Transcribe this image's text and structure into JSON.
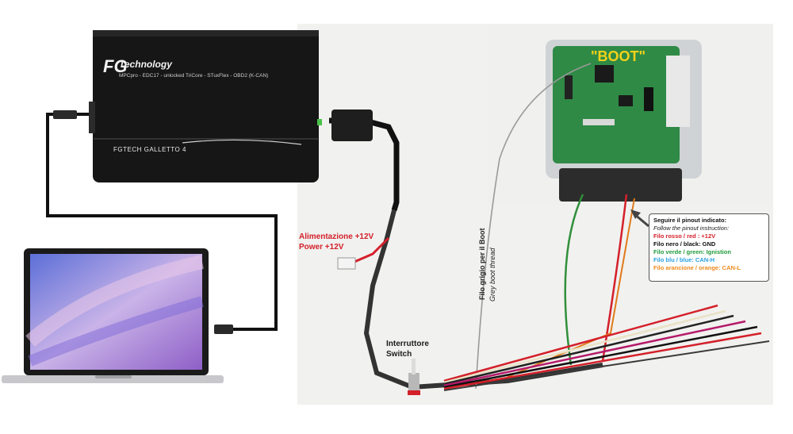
{
  "device": {
    "logo": "FG",
    "brand": "Technology",
    "protocols": "MPCpro - EDC17 - unlocked TriCore - STuxFlex - OBD2 (K-CAN)",
    "model": "FGTECH GALLETTO 4"
  },
  "labels": {
    "power_it": "Alimentazione +12V",
    "power_en": "Power +12V",
    "switch_it": "Interruttore",
    "switch_en": "Switch",
    "grey_wire_it": "Filo grigio per il Boot",
    "grey_wire_en": "Grey boot thread",
    "boot": "\"BOOT\""
  },
  "pinout": {
    "title": "Seguire il pinout indicato:",
    "subtitle": "Follow the pinout instruction:",
    "lines": [
      {
        "text": "Filo rosso / red : +12V",
        "color": "#d4202a"
      },
      {
        "text": "Filo nero / black: GND",
        "color": "#111111"
      },
      {
        "text": "Filo verde / green: Ignistion",
        "color": "#1f9a3a"
      },
      {
        "text": "Filo blu / blue: CAN-H",
        "color": "#2aa0e0"
      },
      {
        "text": "Filo arancione / orange: CAN-L",
        "color": "#f08a1c"
      }
    ]
  },
  "colors": {
    "cable": "#111111",
    "wire_red": "#d4202a",
    "wire_green": "#2f8f3a",
    "wire_grey": "#9a9a9a",
    "wire_orange": "#e07a1a",
    "wire_blue": "#3a6fd0",
    "pcb": "#2f8a45"
  }
}
